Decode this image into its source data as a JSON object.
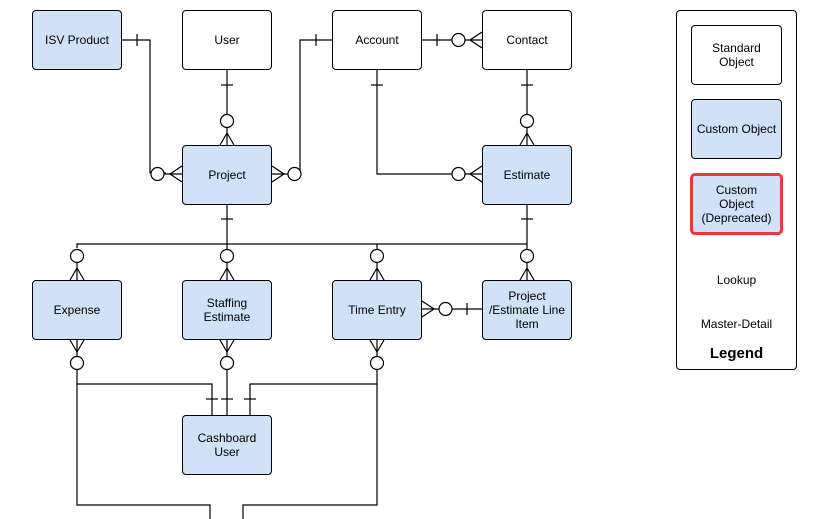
{
  "entities": {
    "isv_product": "ISV Product",
    "user": "User",
    "account": "Account",
    "contact": "Contact",
    "project": "Project",
    "estimate": "Estimate",
    "expense": "Expense",
    "staffing_estimate": "Staffing\nEstimate",
    "time_entry": "Time Entry",
    "project_estimate_line_item": "Project\n/Estimate Line\nItem",
    "cashboard_user": "Cashboard\nUser"
  },
  "legend": {
    "standard_object": "Standard\nObject",
    "custom_object": "Custom Object",
    "custom_object_deprecated": "Custom Object\n(Deprecated)",
    "lookup": "Lookup",
    "master_detail": "Master-Detail",
    "title": "Legend"
  },
  "colors": {
    "custom_fill": "#cfe2f7",
    "standard_fill": "#ffffff",
    "line": "#000000",
    "master_detail": "#e83a3a"
  }
}
